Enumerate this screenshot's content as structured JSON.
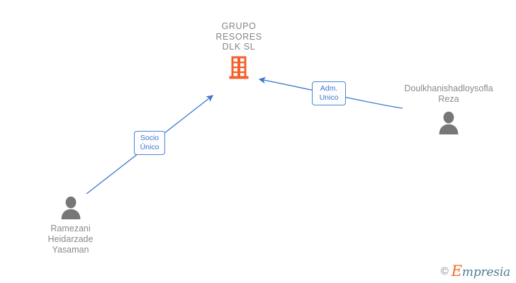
{
  "company": {
    "name": "GRUPO\nRESORES\nDLK  SL",
    "icon": "building-icon",
    "color": "#f4602c"
  },
  "relations": [
    {
      "id": "socio-unico",
      "label": "Socio\nÚnico",
      "from": "Ramezani Heidarzade Yasaman",
      "to": "GRUPO RESORES DLK SL",
      "color": "#3a77cc"
    },
    {
      "id": "adm-unico",
      "label": "Adm.\nUnico",
      "from": "Doulkhanishadloysofla Reza",
      "to": "GRUPO RESORES DLK SL",
      "color": "#3a77cc"
    }
  ],
  "people": [
    {
      "id": "person-left",
      "name": "Ramezani\nHeidarzade\nYasaman",
      "icon": "person-icon",
      "color": "#777777"
    },
    {
      "id": "person-right",
      "name": "Doulkhanishadloysofla\nReza",
      "icon": "person-icon",
      "color": "#777777"
    }
  ],
  "watermark": {
    "copyright": "©",
    "brand_initial": "E",
    "brand_rest": "mpresia",
    "brand_color": "#4e7d96",
    "initial_color": "#ef6c2a"
  }
}
